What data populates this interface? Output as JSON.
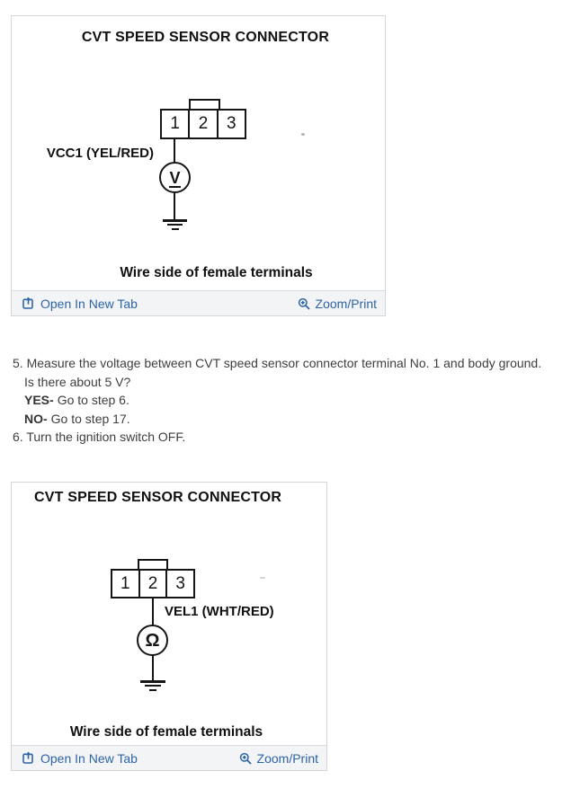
{
  "panel1": {
    "title": "CVT SPEED SENSOR CONNECTOR",
    "terminals": [
      "1",
      "2",
      "3"
    ],
    "wire_label": "VCC1 (YEL/RED)",
    "meter_symbol": "V",
    "caption": "Wire side of female terminals",
    "footer": {
      "open_label": "Open In New Tab",
      "zoom_label": "Zoom/Print"
    }
  },
  "panel2": {
    "title": "CVT SPEED SENSOR CONNECTOR",
    "terminals": [
      "1",
      "2",
      "3"
    ],
    "wire_label": "VEL1 (WHT/RED)",
    "meter_symbol": "Ω",
    "caption": "Wire side of female terminals",
    "footer": {
      "open_label": "Open In New Tab",
      "zoom_label": "Zoom/Print"
    }
  },
  "steps": {
    "step5_num": "5.",
    "step5_text": "Measure the voltage between CVT speed sensor connector terminal No. 1 and body ground.",
    "question": "Is there about 5 V?",
    "yes_label": "YES-",
    "yes_text": "Go to step 6.",
    "no_label": "NO-",
    "no_text": "Go to step 17.",
    "step6_num": "6.",
    "step6_text": "Turn the ignition switch OFF."
  },
  "colors": {
    "link": "#2e63a8",
    "diagram_ink": "#161616",
    "body_text": "#3e3e3e",
    "toolbar_bg": "#f2f4f6"
  }
}
